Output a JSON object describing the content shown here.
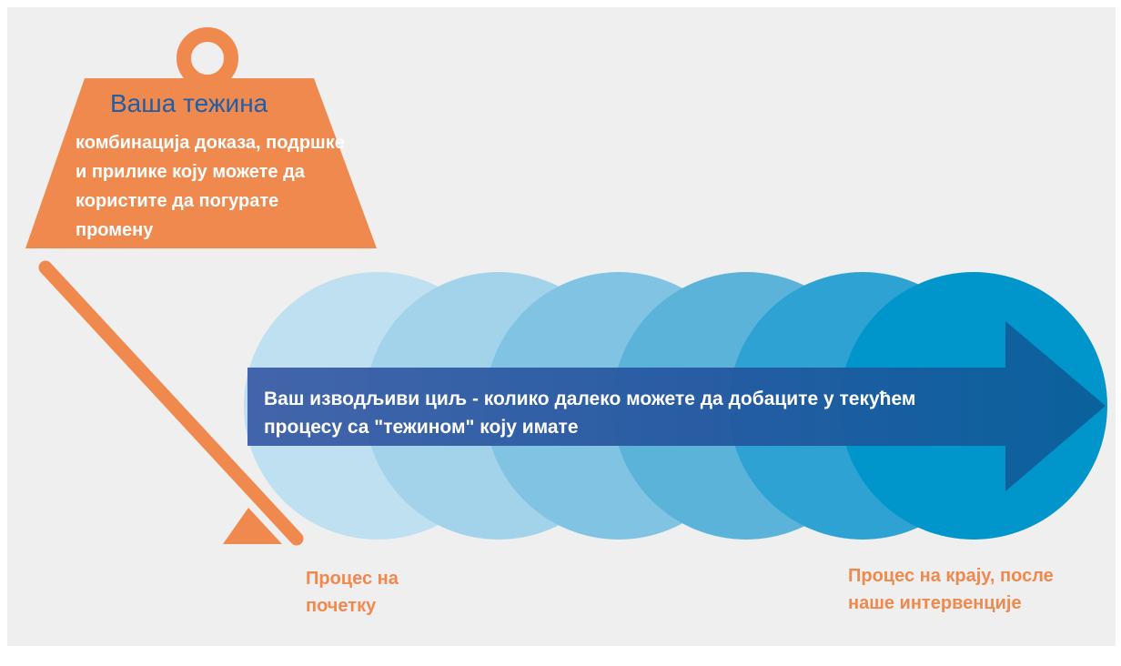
{
  "weight": {
    "title": "Ваша тежина",
    "description": "комбинација доказа, подршке и прилике коју можете да користите да погурате промену"
  },
  "goal": {
    "text": "Ваш изводљиви циљ - колико далеко можете да добаците у текућем процесу са \"тежином\" коју имате"
  },
  "labels": {
    "start": "Процес на почетку",
    "end": "Процес на крају, после наше интервенције"
  },
  "colors": {
    "orange": "#f0894e",
    "title_blue": "#1f5ea8",
    "circles": [
      "#bfe0f0",
      "#a3d3eb",
      "#80c3e2",
      "#5bb3da",
      "#2ea2d2",
      "#0096cc"
    ],
    "arrow": "#2e4f96"
  }
}
